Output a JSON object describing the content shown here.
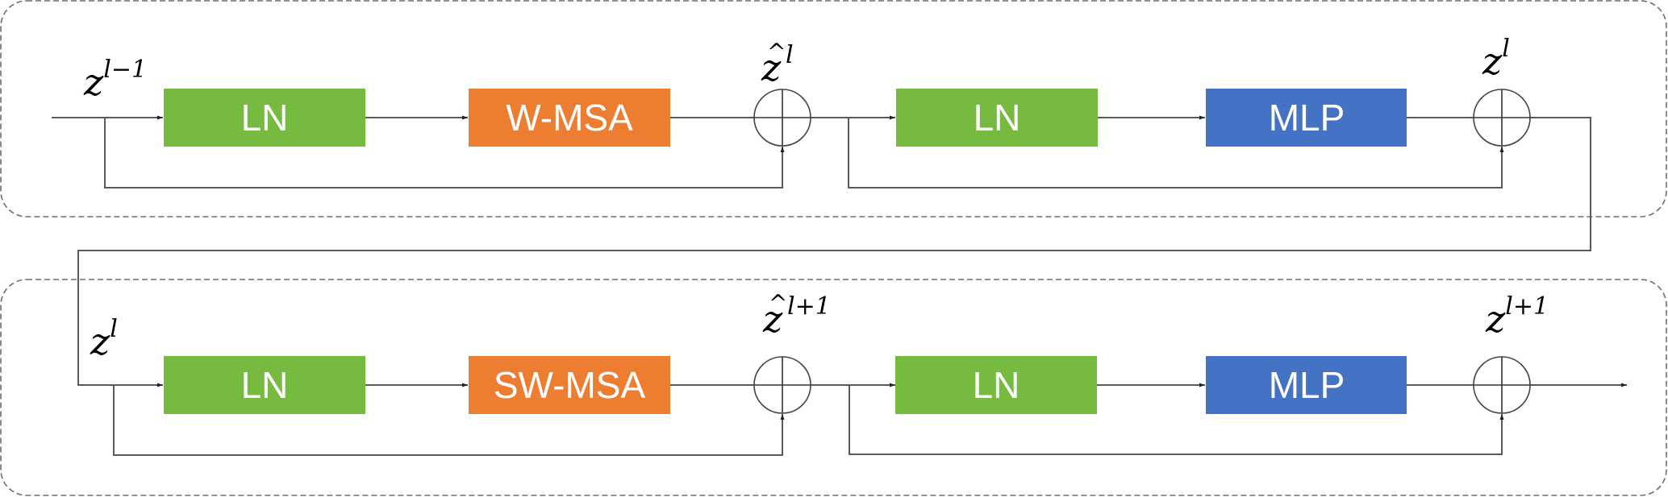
{
  "diagram": {
    "title": "Two successive Swin Transformer blocks",
    "colors": {
      "ln": "#76BB40",
      "msa": "#ED7D31",
      "mlp": "#4472C4",
      "wire": "#5a5a5a",
      "group_border": "#6e6e6e"
    },
    "blocks": {
      "top": {
        "input_label": {
          "base": "z",
          "sup": "l−1",
          "hat": false
        },
        "ln1": "LN",
        "attention": "W-MSA",
        "mid_label": {
          "base": "z",
          "sup": "l",
          "hat": true
        },
        "ln2": "LN",
        "mlp": "MLP",
        "output_label": {
          "base": "z",
          "sup": "l",
          "hat": false
        }
      },
      "bottom": {
        "input_label": {
          "base": "z",
          "sup": "l",
          "hat": false
        },
        "ln1": "LN",
        "attention": "SW-MSA",
        "mid_label": {
          "base": "z",
          "sup": "l+1",
          "hat": true
        },
        "ln2": "LN",
        "mlp": "MLP",
        "output_label": {
          "base": "z",
          "sup": "l+1",
          "hat": false
        }
      }
    },
    "icons": {
      "adder": "circle-plus-icon",
      "arrow": "arrowhead-icon"
    }
  }
}
